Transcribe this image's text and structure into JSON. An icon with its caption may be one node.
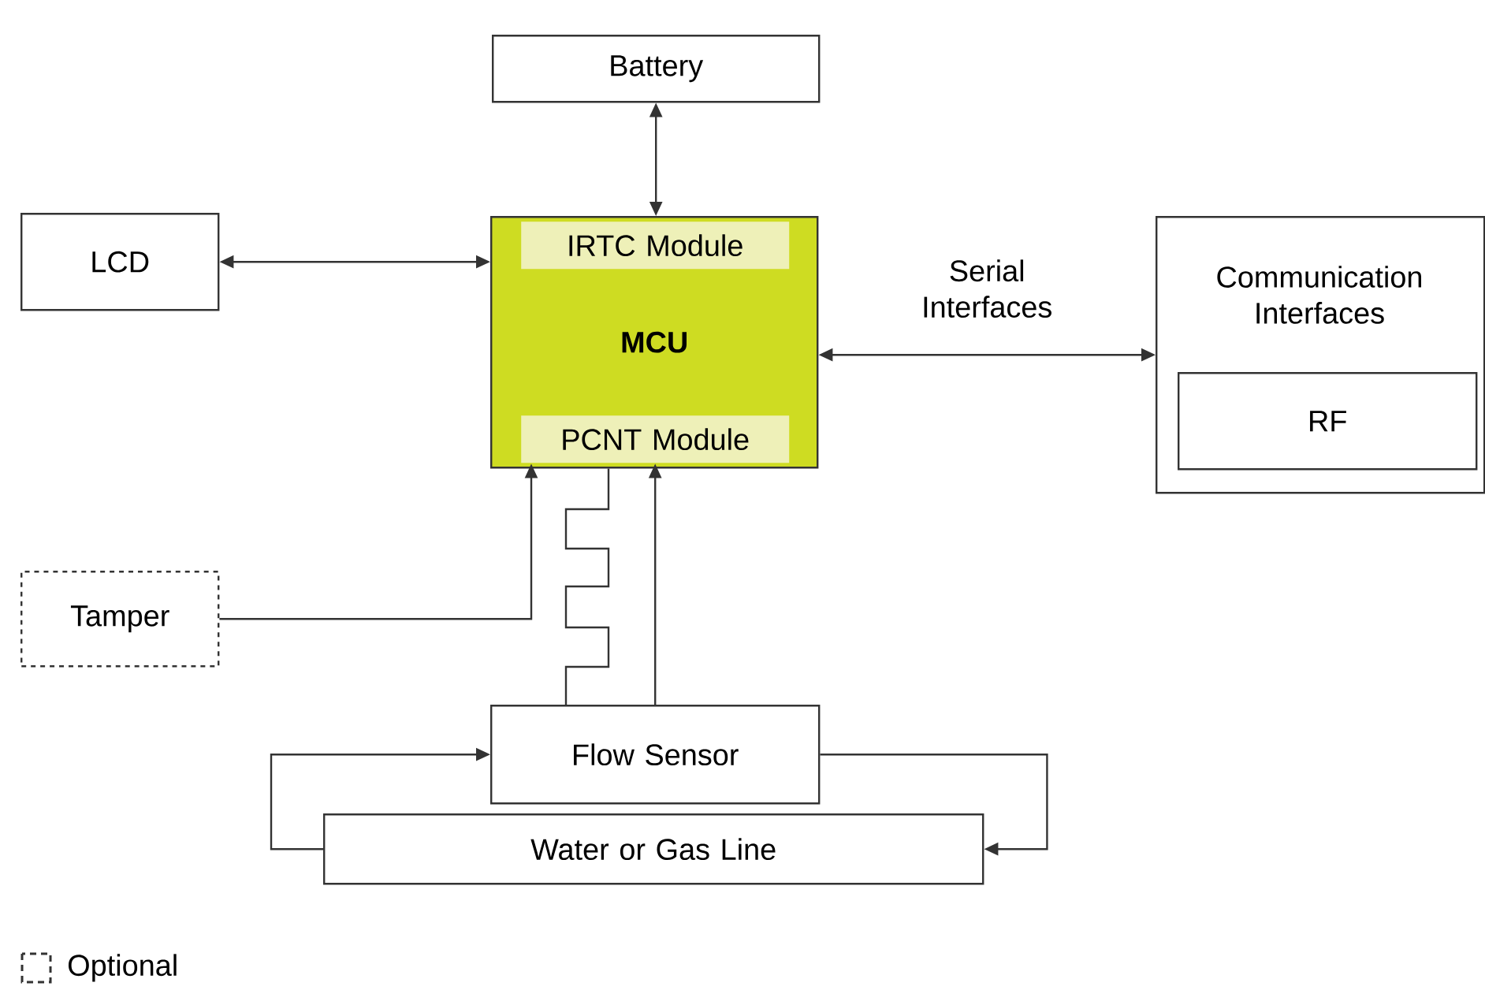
{
  "diagram": {
    "nodes": [
      {
        "text": [
          "Battery"
        ]
      },
      {
        "text": [
          "LCD"
        ]
      },
      {
        "text": [
          "MCU"
        ]
      },
      {
        "text": [
          "IRTC Module"
        ],
        "in": 2
      },
      {
        "text": [
          "PCNT Module"
        ],
        "in": 2
      },
      {
        "text": [
          "Communication Interfaces"
        ]
      },
      {
        "text": [
          "RF"
        ],
        "in": 5
      },
      {
        "text": [
          "Tamper"
        ]
      },
      {
        "text": [
          "Flow Sensor"
        ]
      },
      {
        "text": [
          "Water or Gas Line"
        ]
      }
    ],
    "edges": [
      {
        "from": 0,
        "to": 2,
        "arrow": "both"
      },
      {
        "from": 1,
        "to": 2,
        "arrow": "both"
      },
      {
        "from": 2,
        "to": 5,
        "arrow": "both",
        "label": "Serial Interfaces"
      },
      {
        "from": 7,
        "to": 4,
        "arrow": "to"
      },
      {
        "from": 8,
        "to": 4,
        "arrow": "to"
      },
      {
        "from": 8,
        "to": 2,
        "arrow": "none"
      },
      {
        "from": 8,
        "to": 9,
        "arrow": "to"
      },
      {
        "from": 9,
        "to": 8,
        "arrow": "to"
      }
    ],
    "legend": [
      {
        "text": "Optional"
      }
    ]
  }
}
